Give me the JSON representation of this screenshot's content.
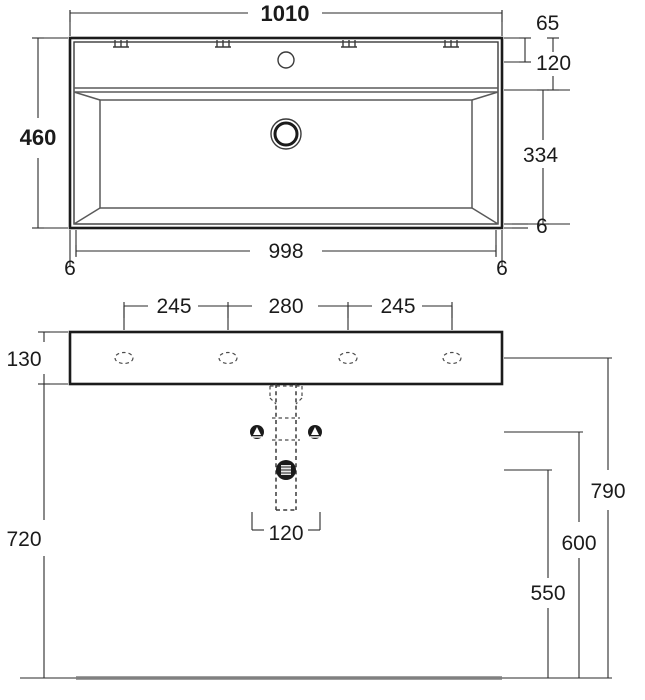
{
  "drawing": {
    "type": "technical-drawing",
    "subject": "Wall-hung washbasin / vanity basin",
    "units": "mm",
    "views": [
      {
        "id": "top-view",
        "name": "Top view (plan) of basin"
      },
      {
        "id": "front-view",
        "name": "Front elevation with installation heights"
      }
    ]
  },
  "top_view": {
    "dimensions": {
      "overall_width": "1010",
      "overall_depth": "460",
      "inner_width": "998",
      "edge_left": "6",
      "edge_right": "6",
      "back_rim": "65",
      "rim_to_bowl": "120",
      "bowl_depth": "334",
      "front_edge": "6"
    },
    "features": {
      "tap_hole_label": "tap-hole",
      "drain_label": "drain-outlet",
      "knockout_count": 4
    }
  },
  "front_view": {
    "dimensions": {
      "basin_height": "130",
      "basin_top_from_floor": "720",
      "hole_spacing_left": "245",
      "hole_spacing_center": "280",
      "hole_spacing_right": "245",
      "trap_width": "120",
      "supply_height": "550",
      "waste_height": "600",
      "basin_underside_height": "790"
    },
    "features": {
      "hidden_hole_count": 4,
      "valve_count": 2,
      "waste_label": "waste-outlet",
      "trap_label": "trap-pipe",
      "floor_label": "floor-line"
    }
  },
  "style": {
    "line_color": "#1b1b1b",
    "thin_line_color": "#555555",
    "floor_color": "#808080",
    "background": "#ffffff"
  }
}
